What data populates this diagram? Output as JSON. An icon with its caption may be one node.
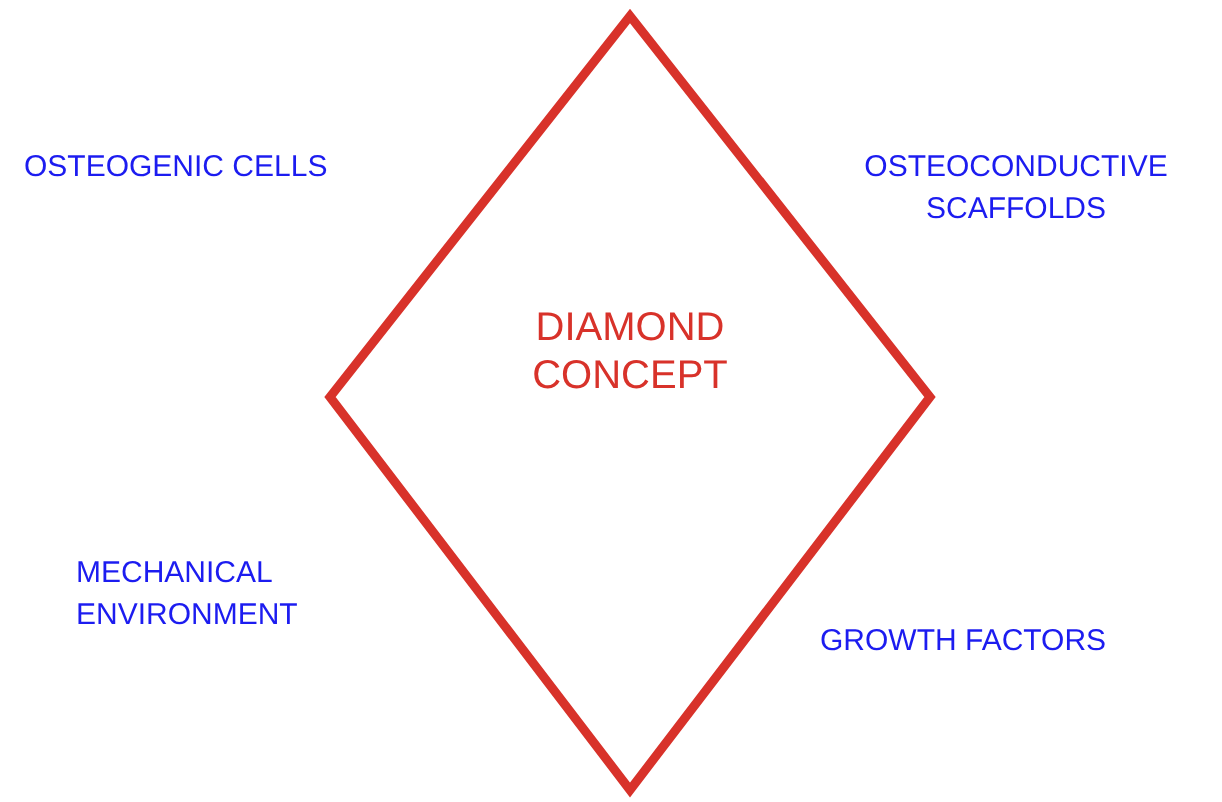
{
  "diagram": {
    "nodes": [
      {
        "text": [
          "DIAMOND CONCEPT"
        ]
      }
    ],
    "labels": [
      "OSTEOGENIC CELLS",
      "OSTEOCONDUCTIVE SCAFFOLDS",
      "MECHANICAL ENVIRONMENT",
      "GROWTH FACTORS"
    ]
  }
}
